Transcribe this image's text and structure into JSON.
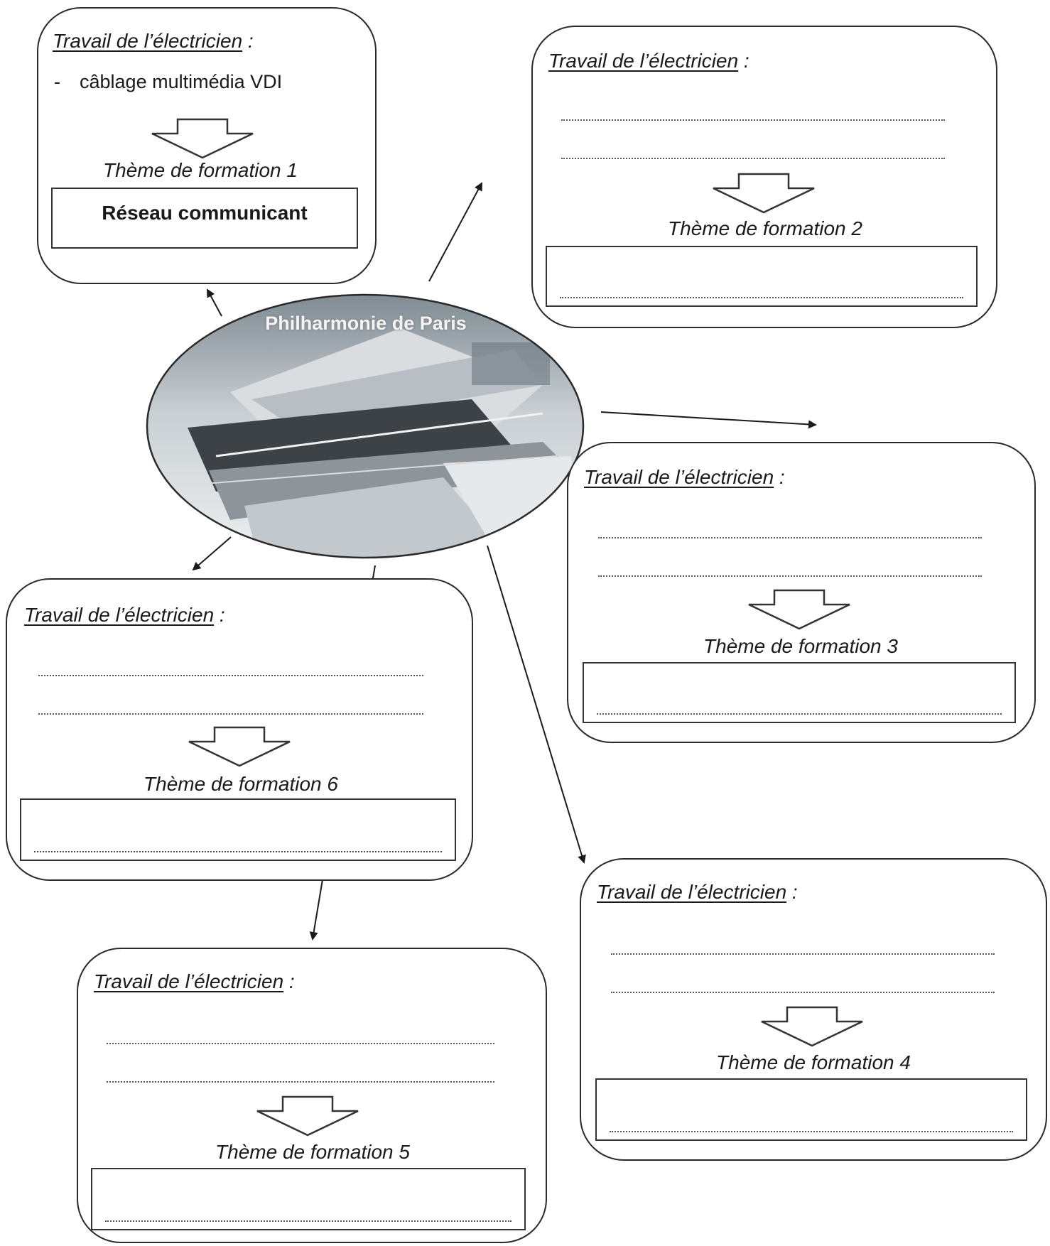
{
  "center": {
    "title": "Philharmonie de Paris",
    "image_icon": "building-photo"
  },
  "boxes": [
    {
      "id": 1,
      "heading": "Travail de l’électricien",
      "colon": " :",
      "items": [
        "câblage multimédia VDI"
      ],
      "bullet": "-",
      "theme_label": "Thème de formation 1",
      "theme_value": "Réseau communicant",
      "arrow_icon": "down-arrow-outline-icon"
    },
    {
      "id": 2,
      "heading": "Travail de l’électricien",
      "colon": " :",
      "items": [],
      "theme_label": "Thème de formation 2",
      "theme_value": "",
      "arrow_icon": "down-arrow-outline-icon"
    },
    {
      "id": 3,
      "heading": "Travail de l’électricien",
      "colon": " :",
      "items": [],
      "theme_label": "Thème de formation 3",
      "theme_value": "",
      "arrow_icon": "down-arrow-outline-icon"
    },
    {
      "id": 4,
      "heading": "Travail de l’électricien",
      "colon": " :",
      "items": [],
      "theme_label": "Thème de formation 4",
      "theme_value": "",
      "arrow_icon": "down-arrow-outline-icon"
    },
    {
      "id": 5,
      "heading": "Travail de l’électricien",
      "colon": " :",
      "items": [],
      "theme_label": "Thème de formation 5",
      "theme_value": "",
      "arrow_icon": "down-arrow-outline-icon"
    },
    {
      "id": 6,
      "heading": "Travail de l’électricien",
      "colon": " :",
      "items": [],
      "theme_label": "Thème de formation 6",
      "theme_value": "",
      "arrow_icon": "down-arrow-outline-icon"
    }
  ]
}
